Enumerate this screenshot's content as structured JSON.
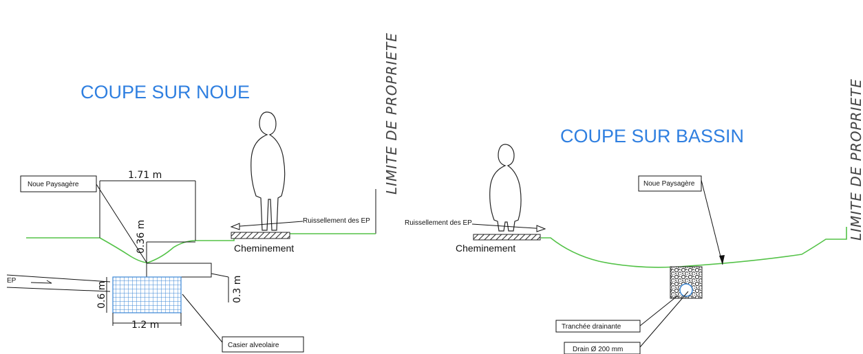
{
  "noue_section": {
    "title": "COUPE SUR NOUE",
    "limite": "LIMITE DE PROPRIETE",
    "noue_label": "Noue Paysagère",
    "dim_width": "1.71 m",
    "dim_depth": "0.36 m",
    "runoff_label": "Ruissellement des EP",
    "path_label": "Cheminement",
    "ep_label": "EP",
    "dim_casier_height": "0.6 m",
    "dim_casier_width": "1.2 m",
    "dim_offset": "0.3 m",
    "casier_label": "Casier alveolaire"
  },
  "bassin_section": {
    "title": "COUPE SUR BASSIN",
    "limite": "LIMITE DE PROPRIETE",
    "noue_label": "Noue Paysagère",
    "runoff_label": "Ruissellement des EP",
    "path_label": "Cheminement",
    "trench_label": "Tranchée drainante",
    "drain_label": "Drain Ø 200 mm"
  },
  "colors": {
    "title": "#2f7fe0",
    "ground": "#53c247",
    "casier": "#3a86d4"
  }
}
